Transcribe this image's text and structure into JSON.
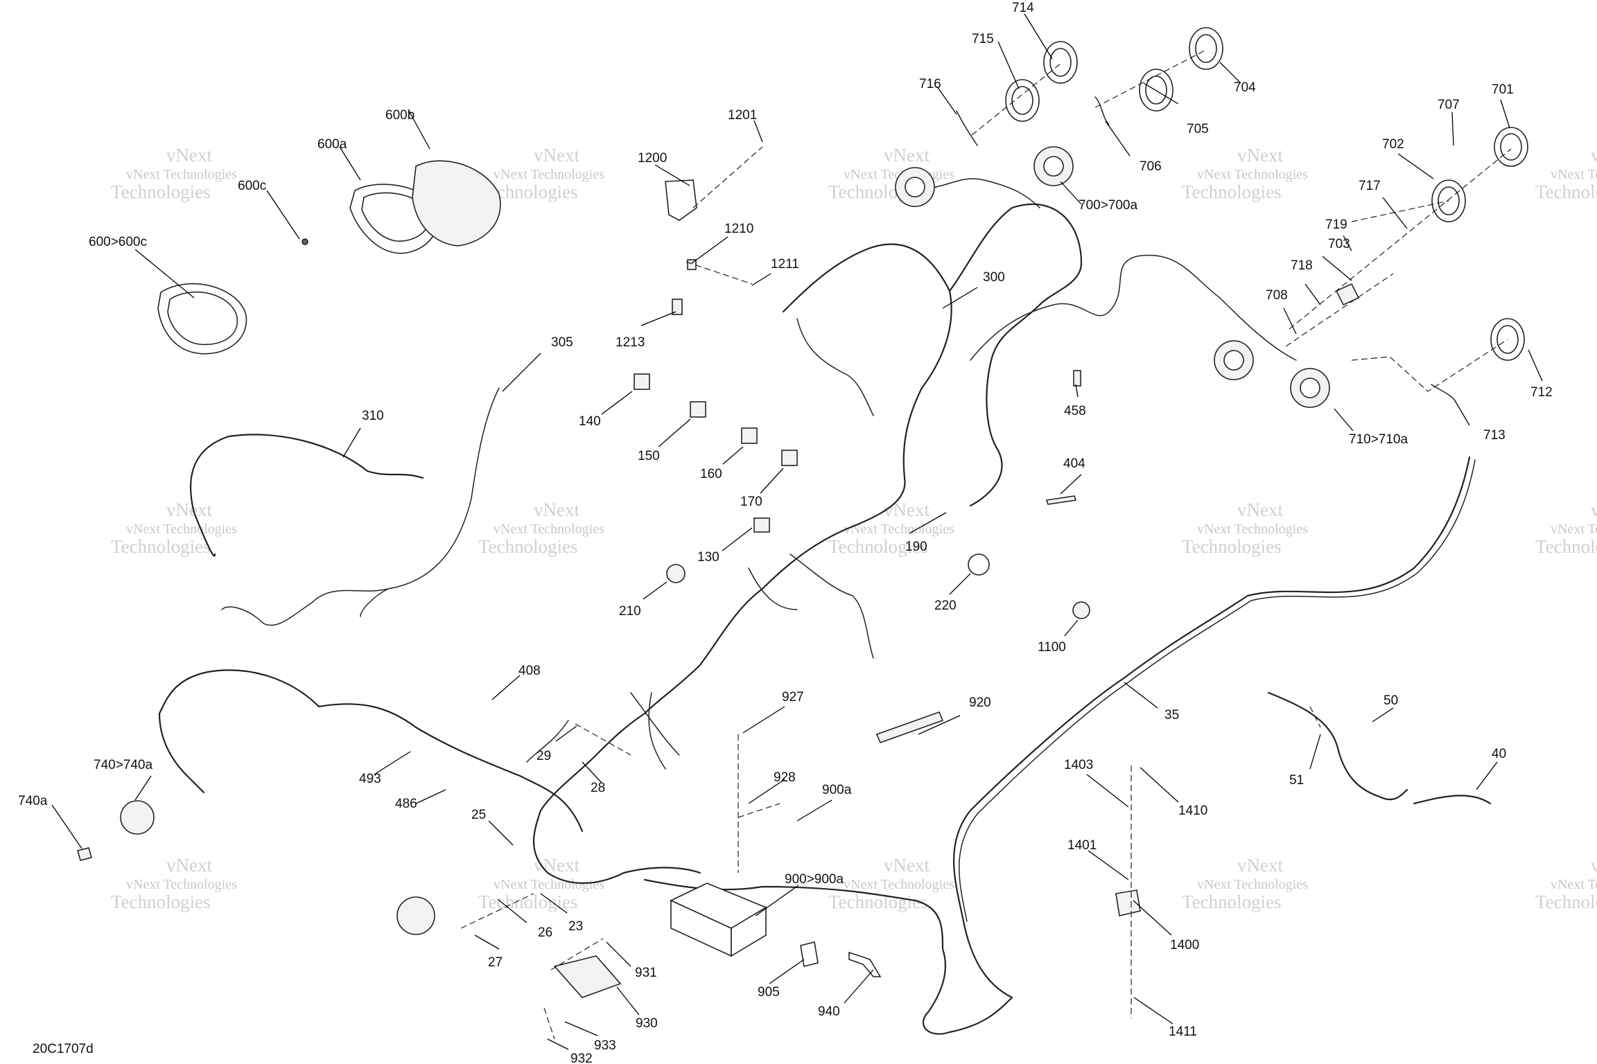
{
  "diagram_code": "20C1707d",
  "watermark": {
    "line1": "vNext Technologies",
    "line2": "Technologies",
    "prefix": "vNext"
  },
  "parts": [
    {
      "label": "714"
    },
    {
      "label": "715"
    },
    {
      "label": "704"
    },
    {
      "label": "716"
    },
    {
      "label": "705"
    },
    {
      "label": "1201"
    },
    {
      "label": "600b"
    },
    {
      "label": "600a"
    },
    {
      "label": "1200"
    },
    {
      "label": "706"
    },
    {
      "label": "600c"
    },
    {
      "label": "700>700a"
    },
    {
      "label": "701"
    },
    {
      "label": "707"
    },
    {
      "label": "702"
    },
    {
      "label": "717"
    },
    {
      "label": "600>600c"
    },
    {
      "label": "1210"
    },
    {
      "label": "719"
    },
    {
      "label": "1211"
    },
    {
      "label": "300"
    },
    {
      "label": "703"
    },
    {
      "label": "718"
    },
    {
      "label": "708"
    },
    {
      "label": "1213"
    },
    {
      "label": "305"
    },
    {
      "label": "458"
    },
    {
      "label": "712"
    },
    {
      "label": "140"
    },
    {
      "label": "310"
    },
    {
      "label": "713"
    },
    {
      "label": "150"
    },
    {
      "label": "710>710a"
    },
    {
      "label": "160"
    },
    {
      "label": "404"
    },
    {
      "label": "170"
    },
    {
      "label": "190"
    },
    {
      "label": "130"
    },
    {
      "label": "220"
    },
    {
      "label": "210"
    },
    {
      "label": "1100"
    },
    {
      "label": "408"
    },
    {
      "label": "927"
    },
    {
      "label": "920"
    },
    {
      "label": "50"
    },
    {
      "label": "35"
    },
    {
      "label": "29"
    },
    {
      "label": "740>740a"
    },
    {
      "label": "40"
    },
    {
      "label": "1403"
    },
    {
      "label": "493"
    },
    {
      "label": "28"
    },
    {
      "label": "928"
    },
    {
      "label": "51"
    },
    {
      "label": "740a"
    },
    {
      "label": "486"
    },
    {
      "label": "1410"
    },
    {
      "label": "900a"
    },
    {
      "label": "25"
    },
    {
      "label": "1401"
    },
    {
      "label": "900>900a"
    },
    {
      "label": "23"
    },
    {
      "label": "26"
    },
    {
      "label": "1400"
    },
    {
      "label": "27"
    },
    {
      "label": "931"
    },
    {
      "label": "905"
    },
    {
      "label": "940"
    },
    {
      "label": "930"
    },
    {
      "label": "1411"
    },
    {
      "label": "933"
    },
    {
      "label": "932"
    }
  ]
}
